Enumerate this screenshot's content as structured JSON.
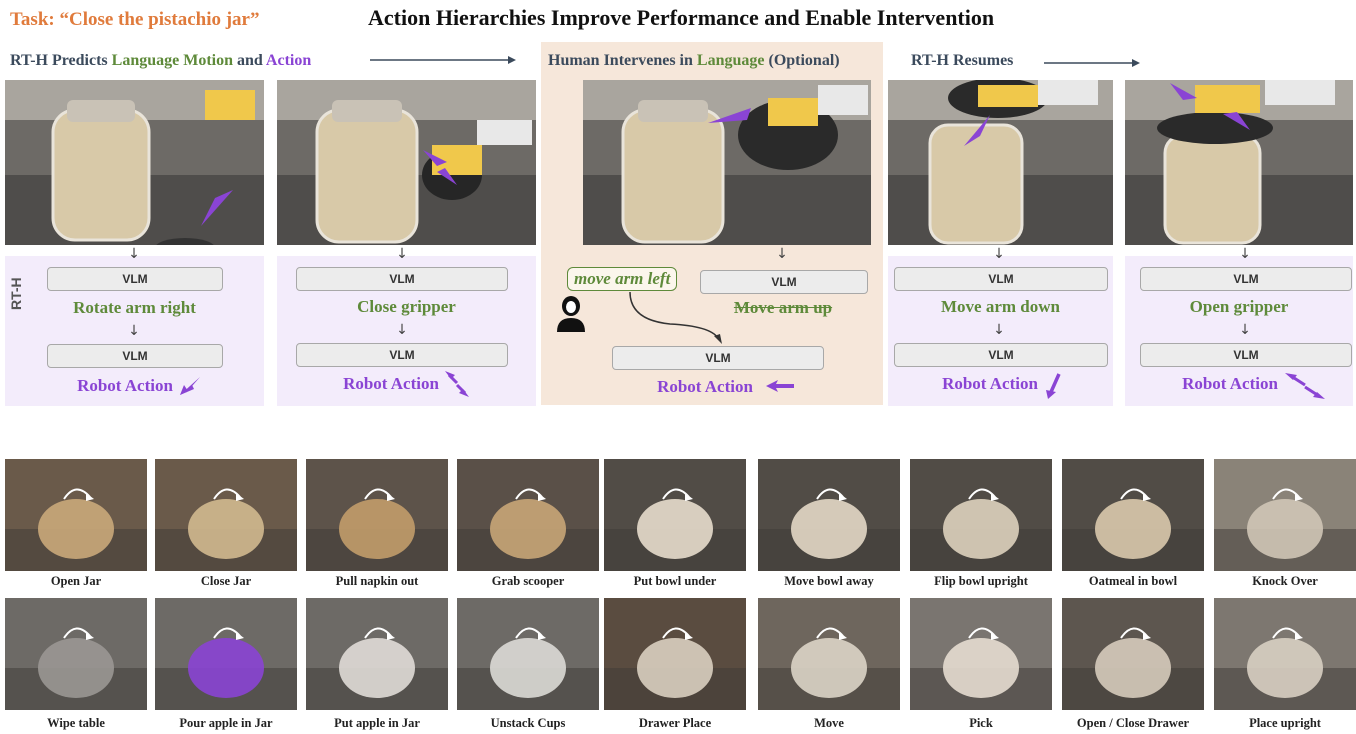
{
  "task_label": "Task: “Close the pistachio jar”",
  "title": "Action Hierarchies Improve Performance and Enable Intervention",
  "section_headers": {
    "predicts": {
      "pre": "RT-H Predicts ",
      "lang": "Language Motion",
      "mid": " and ",
      "action": "Action"
    },
    "intervenes": {
      "pre": "Human Intervenes in ",
      "lang": "Language",
      "post": " (Optional)"
    },
    "resumes": "RT-H Resumes"
  },
  "rth_label": "RT-H",
  "vlm": "VLM",
  "robot_action": "Robot Action",
  "panels": [
    {
      "motion": "Rotate arm right"
    },
    {
      "motion": "Close gripper"
    },
    {
      "intervention": "move arm left",
      "struck_motion": "Move arm up"
    },
    {
      "motion": "Move arm down"
    },
    {
      "motion": "Open gripper"
    }
  ],
  "tasks_row1": [
    "Open Jar",
    "Close Jar",
    "Pull napkin out",
    "Grab scooper",
    "Put bowl under",
    "Move bowl away",
    "Flip bowl upright",
    "Oatmeal in bowl",
    "Knock Over"
  ],
  "tasks_row2": [
    "Wipe table",
    "Pour apple in Jar",
    "Put apple in Jar",
    "Unstack Cups",
    "Drawer Place",
    "Move",
    "Pick",
    "Open / Close Drawer",
    "Place upright"
  ],
  "colors": {
    "orange": "#e07b3c",
    "green": "#5e8a3a",
    "purple": "#8a44d4",
    "lavender": "#f3ecfb",
    "peach": "#f6e7da"
  },
  "icons": {
    "arrow": "long-right-arrow-icon",
    "human": "person-icon"
  }
}
